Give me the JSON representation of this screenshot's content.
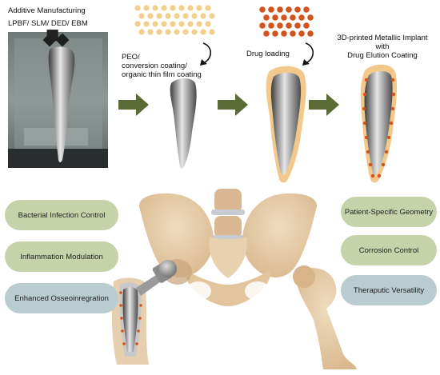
{
  "process": {
    "step1": {
      "line1": "Additive Manufacturing",
      "line2": "LPBF/ SLM/ DED/ EBM"
    },
    "step2": {
      "line1": "PEO/",
      "line2": "conversion coating/",
      "line3": "organic thin film coating"
    },
    "step3": {
      "label": "Drug loading"
    },
    "step4": {
      "line1": "3D-printed Metallic Implant",
      "line2": "with",
      "line3": "Drug Elution Coating"
    }
  },
  "left_benefits": [
    {
      "label": "Bacterial Infection Control",
      "color": "#c6d2aa"
    },
    {
      "label": "Inflammation Modulation",
      "color": "#c6d2aa"
    },
    {
      "label": "Enhanced Osseoinregration",
      "color": "#b9cccf"
    }
  ],
  "right_benefits": [
    {
      "label": "Patient-Specific Geometry",
      "color": "#c6d2aa"
    },
    {
      "label": "Corrosion Control",
      "color": "#c6d2aa"
    },
    {
      "label": "Theraputic Versatility",
      "color": "#b9cccf"
    }
  ],
  "colors": {
    "arrow": "#5a6b35",
    "coating": "#f2c98a",
    "drug_dot": "#d2541e",
    "coating_particle": "#f3cf8c",
    "bone": "#e3c9a2",
    "bone_shadow": "#c9a47a"
  }
}
